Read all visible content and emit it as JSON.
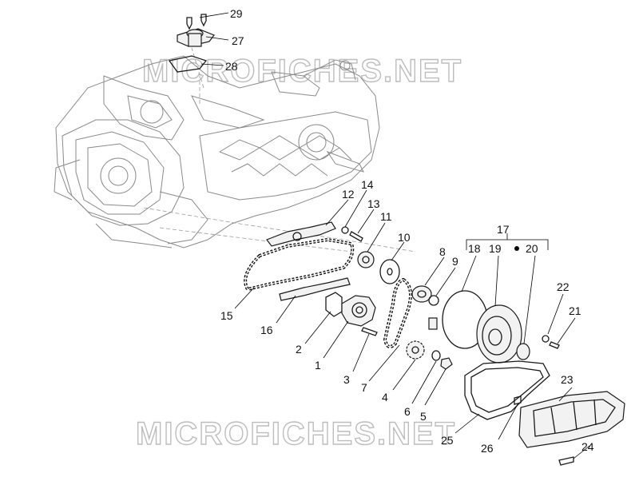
{
  "watermark": {
    "text": "MICROFICHES.NET"
  },
  "part_numbers": {
    "n1": "1",
    "n2": "2",
    "n3": "3",
    "n4": "4",
    "n5": "5",
    "n6": "6",
    "n7": "7",
    "n8": "8",
    "n9": "9",
    "n10": "10",
    "n11": "11",
    "n12": "12",
    "n13": "13",
    "n14": "14",
    "n15": "15",
    "n16": "16",
    "n17": "17",
    "n18": "18",
    "n19": "19",
    "n20": "20",
    "n21": "21",
    "n22": "22",
    "n23": "23",
    "n24": "24",
    "n25": "25",
    "n26": "26",
    "n27": "27",
    "n28": "28",
    "n29": "29"
  }
}
